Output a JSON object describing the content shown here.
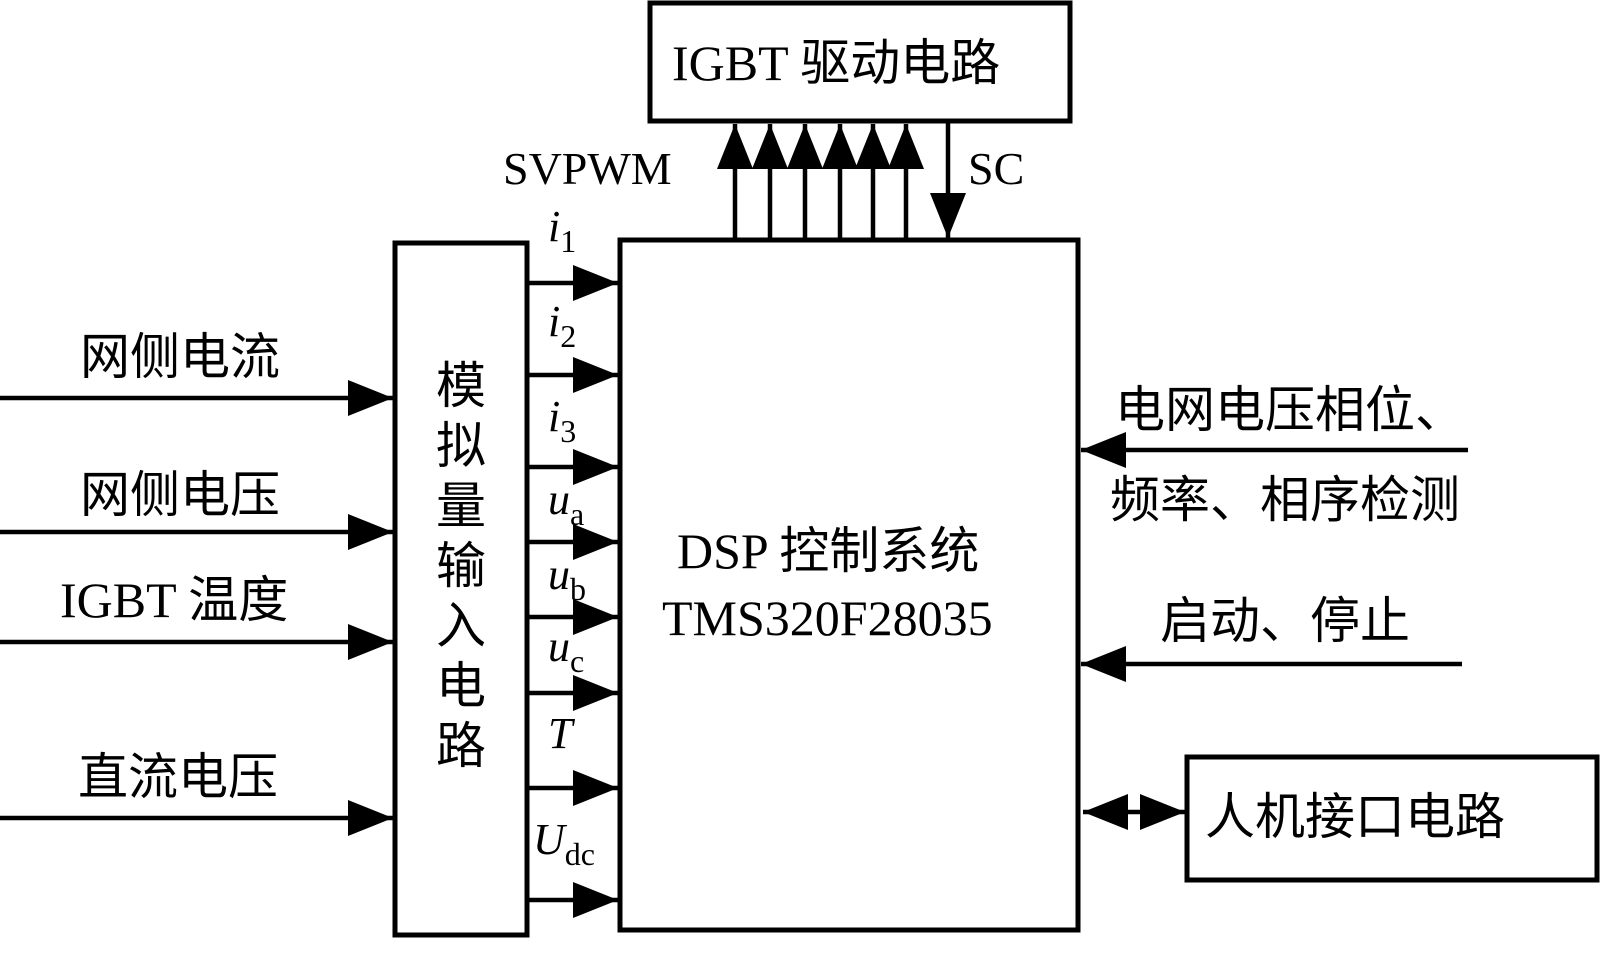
{
  "diagram": {
    "type": "block-diagram",
    "blocks": {
      "igbt_driver": "IGBT 驱动电路",
      "analog_input": [
        "模",
        "拟",
        "量",
        "输",
        "入",
        "电",
        "路"
      ],
      "dsp_line1": "DSP 控制系统",
      "dsp_line2": "TMS320F28035",
      "hmi": "人机接口电路"
    },
    "left_inputs": [
      "网侧电流",
      "网侧电压",
      "IGBT 温度",
      "直流电压"
    ],
    "signals": [
      {
        "base": "i",
        "sub": "1"
      },
      {
        "base": "i",
        "sub": "2"
      },
      {
        "base": "i",
        "sub": "3"
      },
      {
        "base": "u",
        "sub": "a"
      },
      {
        "base": "u",
        "sub": "b"
      },
      {
        "base": "u",
        "sub": "c"
      },
      {
        "base": "T",
        "sub": ""
      },
      {
        "base": "U",
        "sub": "dc"
      }
    ],
    "top_labels": {
      "svpwm": "SVPWM",
      "sc": "SC"
    },
    "right_inputs": {
      "grid_detect_line1": "电网电压相位、",
      "grid_detect_line2": "频率、相序检测",
      "start_stop": "启动、停止"
    }
  }
}
